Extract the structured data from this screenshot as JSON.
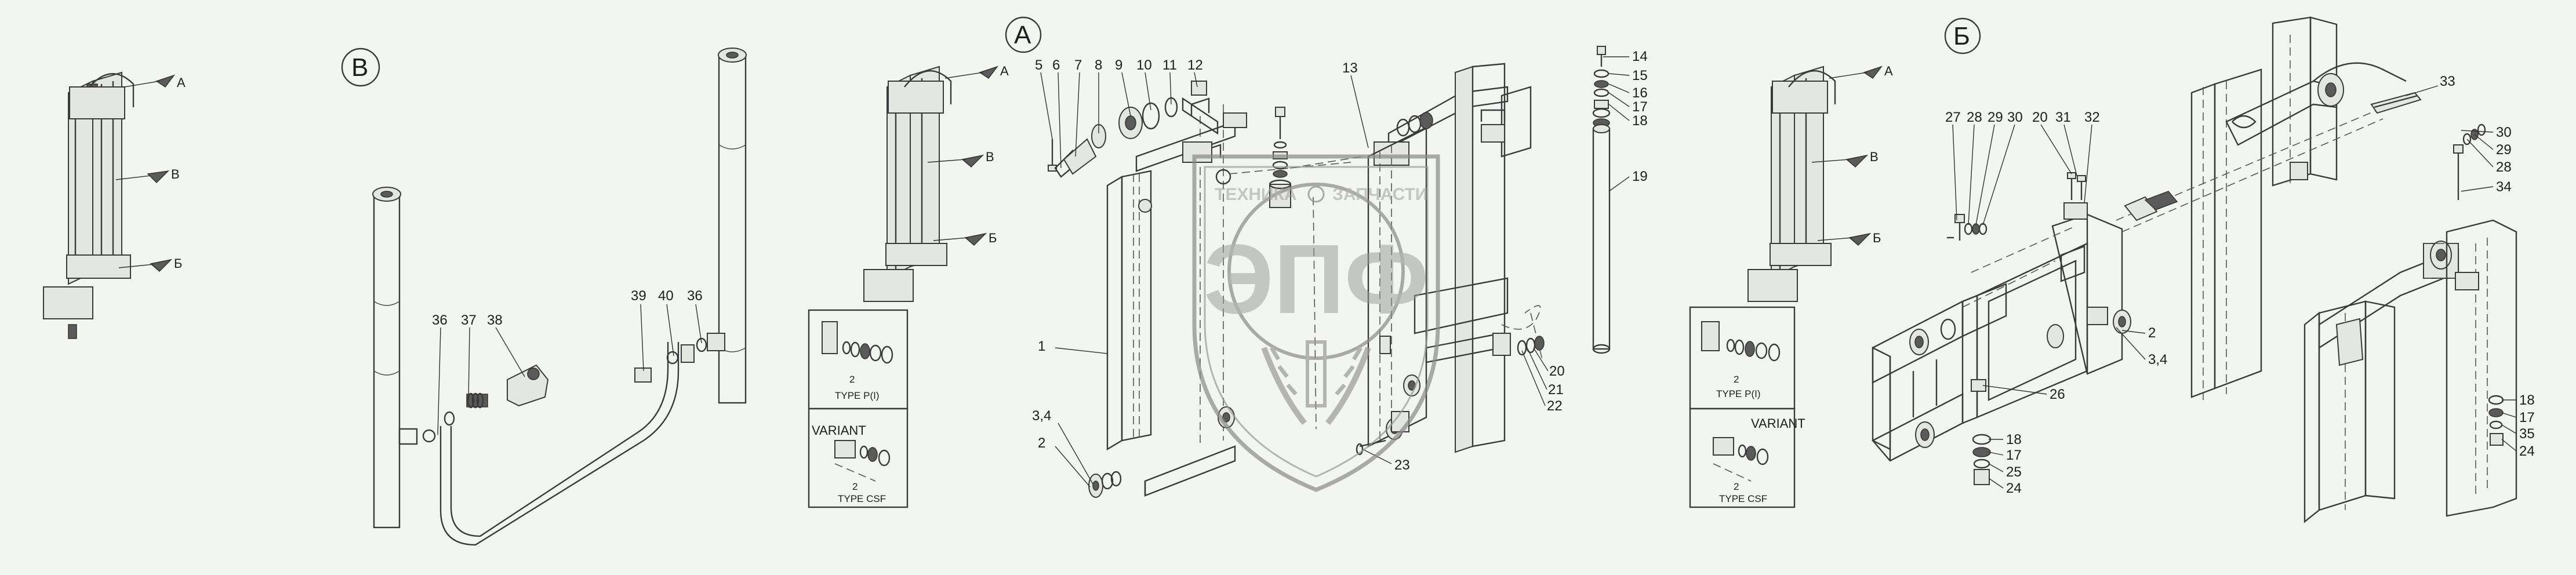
{
  "view_labels": {
    "detail_a": "А",
    "detail_b": "Б",
    "detail_v": "В"
  },
  "mast_arrows": [
    "А",
    "В",
    "Б"
  ],
  "callouts_v": [
    "36",
    "37",
    "38",
    "39",
    "40",
    "36"
  ],
  "callouts_a": [
    "5",
    "6",
    "7",
    "8",
    "9",
    "10",
    "11",
    "12",
    "13",
    "14",
    "15",
    "16",
    "17",
    "18",
    "19",
    "1",
    "3,4",
    "2",
    "20",
    "21",
    "22",
    "23"
  ],
  "callouts_b": [
    "27",
    "28",
    "29",
    "30",
    "20",
    "31",
    "32",
    "2",
    "3,4",
    "26",
    "18",
    "17",
    "25",
    "24",
    "33",
    "30",
    "29",
    "28",
    "34",
    "18",
    "17",
    "35",
    "24"
  ],
  "inset_labels": {
    "type_rp_num": "2",
    "type_rp": "TYPE P(I)",
    "variant": "VARIANT",
    "type_csf_num": "2",
    "type_csf": "TYPE CSF"
  },
  "watermark": {
    "top": "ЗАПЧАСТИ",
    "top_left": "ТЕХНИКА",
    "main": "ЭПФ"
  },
  "colors": {
    "background": "#f3f6f0",
    "line": "#3a3a3a"
  }
}
